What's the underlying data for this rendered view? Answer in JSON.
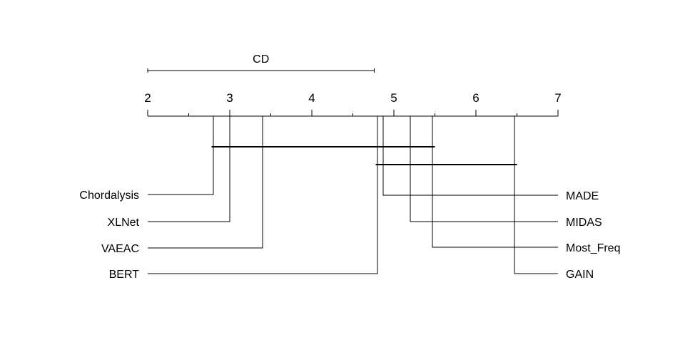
{
  "chart_data": {
    "type": "critical-difference-diagram",
    "axis_label": "",
    "xlim": [
      2,
      7
    ],
    "ticks": [
      "2",
      "3",
      "4",
      "5",
      "6",
      "7"
    ],
    "cd": {
      "label": "CD",
      "start": 2,
      "end": 4.76
    },
    "left_methods": [
      {
        "name": "Chordalysis",
        "rank": 2.8
      },
      {
        "name": "XLNet",
        "rank": 3.0
      },
      {
        "name": "VAEAC",
        "rank": 3.4
      },
      {
        "name": "BERT",
        "rank": 4.8
      }
    ],
    "right_methods": [
      {
        "name": "MADE",
        "rank": 4.87
      },
      {
        "name": "MIDAS",
        "rank": 5.2
      },
      {
        "name": "Most_Freq",
        "rank": 5.47
      },
      {
        "name": "GAIN",
        "rank": 6.47
      }
    ],
    "cliques": [
      {
        "from": 2.78,
        "to": 5.5
      },
      {
        "from": 4.78,
        "to": 6.5
      }
    ]
  }
}
